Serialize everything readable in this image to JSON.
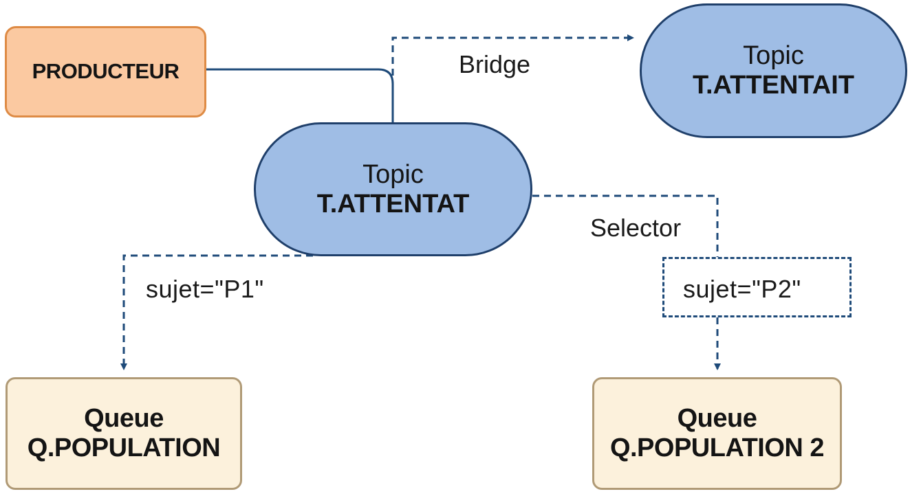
{
  "nodes": {
    "producer": {
      "label": "PRODUCTEUR"
    },
    "topic_main": {
      "line1": "Topic",
      "line2": "T.ATTENTAT"
    },
    "topic_bridge": {
      "line1": "Topic",
      "line2": "T.ATTENTAIT"
    },
    "queue_1": {
      "line1": "Queue",
      "line2": "Q.POPULATION"
    },
    "queue_2": {
      "line1": "Queue",
      "line2": "Q.POPULATION 2"
    }
  },
  "edges": {
    "bridge_label": "Bridge",
    "selector_label": "Selector",
    "filter_p1": "sujet=\"P1\"",
    "filter_p2": "sujet=\"P2\""
  },
  "colors": {
    "producer_fill": "#fbc9a1",
    "producer_border": "#de8b45",
    "topic_fill": "#9fbde5",
    "topic_border": "#1f3f6a",
    "queue_fill": "#fcf1dc",
    "queue_border": "#b09a76",
    "connector": "#1e4a79"
  }
}
